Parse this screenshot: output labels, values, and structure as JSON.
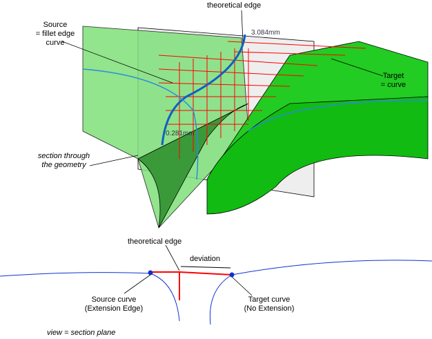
{
  "labels": {
    "theoretical_edge_top": "theoretical edge",
    "source": "Source",
    "source_sub": "= fillet edge",
    "source_sub2": "curve",
    "target": "Target",
    "target_sub": "= curve",
    "section_1": "section through",
    "section_2": "the geometry",
    "dim_top": "3.084mm",
    "dim_mid": "0.281mm",
    "theoretical_edge_bottom": "theoretical edge",
    "deviation": "deviation",
    "source_curve_1": "Source curve",
    "source_curve_2": "(Extension Edge)",
    "target_curve_1": "Target curve",
    "target_curve_2": "(No Extension)",
    "view": "view = section plane"
  },
  "colors": {
    "surface": "#66dd55",
    "deviation_lines": "#ff0000",
    "curve": "#1060c0"
  }
}
